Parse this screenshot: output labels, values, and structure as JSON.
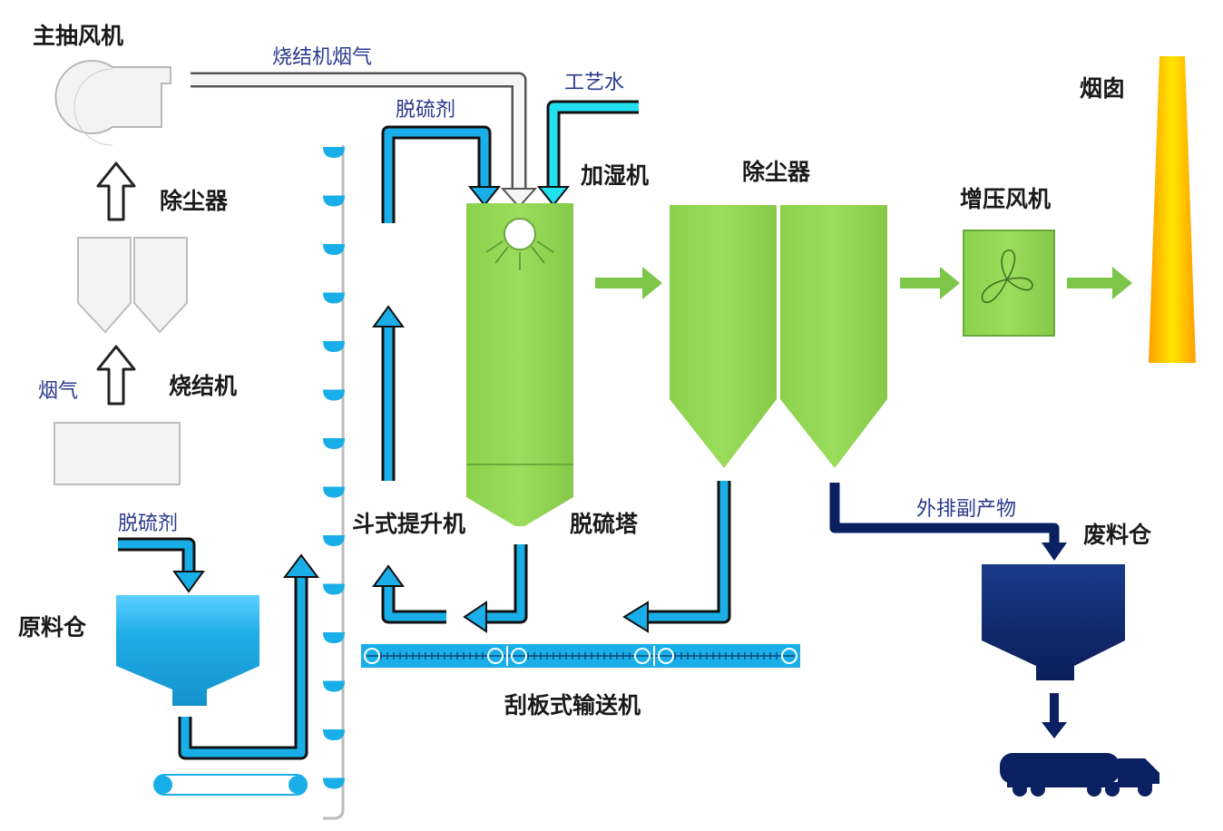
{
  "labels": {
    "main_fan": "主抽风机",
    "dust_collector_left": "除尘器",
    "sinter_machine": "烧结机",
    "flue_gas": "烟气",
    "desulfurizer_left": "脱硫剂",
    "raw_material_bin": "原料仓",
    "sinter_flue_gas": "烧结机烟气",
    "desulfurizer_top": "脱硫剂",
    "process_water": "工艺水",
    "humidifier": "加湿机",
    "bucket_elevator": "斗式提升机",
    "desulfurization_tower": "脱硫塔",
    "dust_collector_main": "除尘器",
    "booster_fan": "增压风机",
    "chimney": "烟囱",
    "byproduct_discharge": "外排副产物",
    "waste_bin": "废料仓",
    "scraper_conveyor": "刮板式输送机"
  },
  "colors": {
    "green": "#8dd050",
    "green_arrow": "#7dc64a",
    "blue": "#1aaee8",
    "cyan": "#22e0f0",
    "navy": "#0a2060",
    "light_gray": "#f3f3f3",
    "chimney_orange": "#ff9f00",
    "chimney_yellow": "#ffe600"
  }
}
